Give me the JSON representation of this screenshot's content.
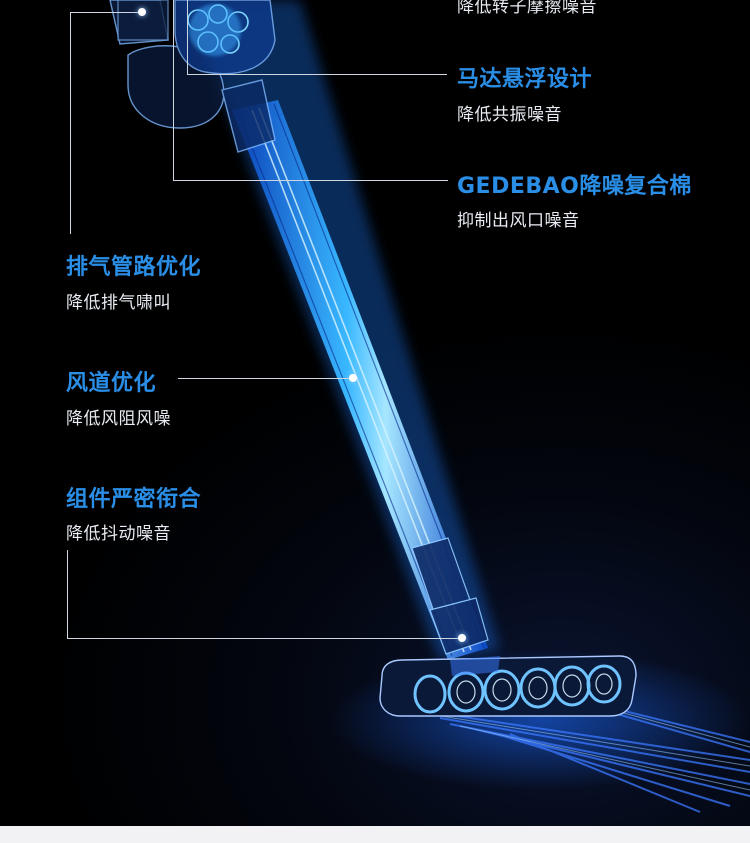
{
  "features": {
    "rotor": {
      "subtitle": "降低转子摩擦噪音"
    },
    "motor": {
      "title": "马达悬浮设计",
      "subtitle": "降低共振噪音"
    },
    "foam": {
      "title": "GEDEBAO降噪复合棉",
      "subtitle": "抑制出风口噪音"
    },
    "exhaust": {
      "title": "排气管路优化",
      "subtitle": "降低排气啸叫"
    },
    "duct": {
      "title": "风道优化",
      "subtitle": "降低风阻风噪"
    },
    "assembly": {
      "title": "组件严密衔合",
      "subtitle": "降低抖动噪音"
    }
  },
  "colors": {
    "background": "#000000",
    "accent_title": "#2a8ee6",
    "subtitle_text": "#e8ecf2",
    "glow": "#1e90ff",
    "footer_strip": "#f2f2f4"
  },
  "icons": [
    "vacuum-cleaner-illustration"
  ]
}
